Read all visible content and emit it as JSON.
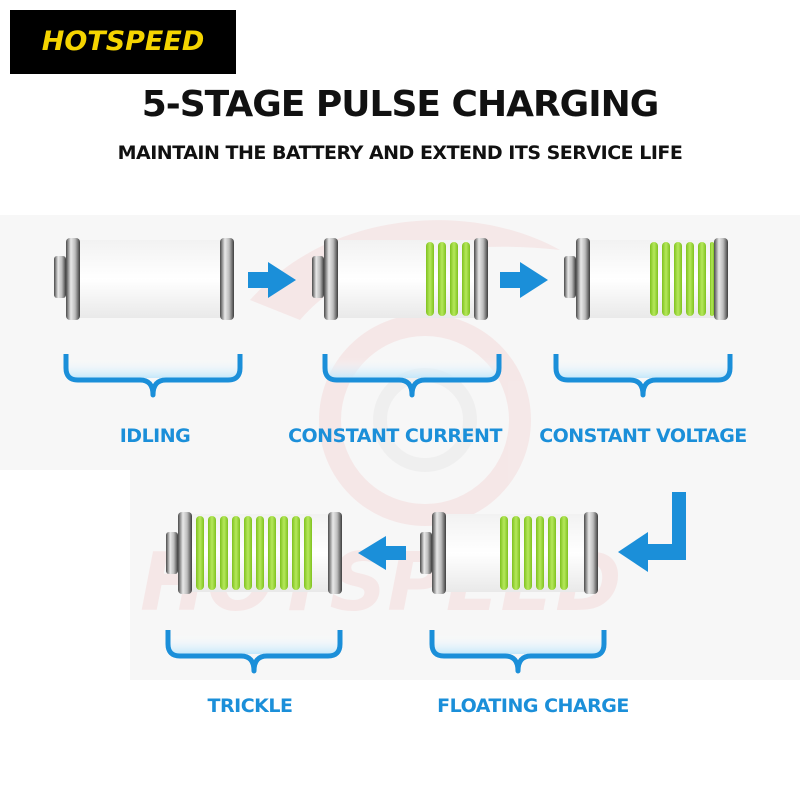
{
  "brand": {
    "logo_text": "HOTSPEED",
    "logo_fg": "#f5d400",
    "logo_bg": "#000000"
  },
  "title": "5-STAGE PULSE CHARGING",
  "subtitle": "MAINTAIN THE BATTERY AND EXTEND ITS SERVICE LIFE",
  "colors": {
    "accent": "#1b8fd9",
    "charge_bar": "#9ad43c",
    "watermark": "#e63b3b"
  },
  "stages": [
    {
      "label": "IDLING",
      "bars": 0
    },
    {
      "label": "CONSTANT CURRENT",
      "bars": 4
    },
    {
      "label": "CONSTANT VOLTAGE",
      "bars": 6
    },
    {
      "label": "FLOATING CHARGE",
      "bars": 6
    },
    {
      "label": "TRICKLE",
      "bars": 10
    }
  ]
}
